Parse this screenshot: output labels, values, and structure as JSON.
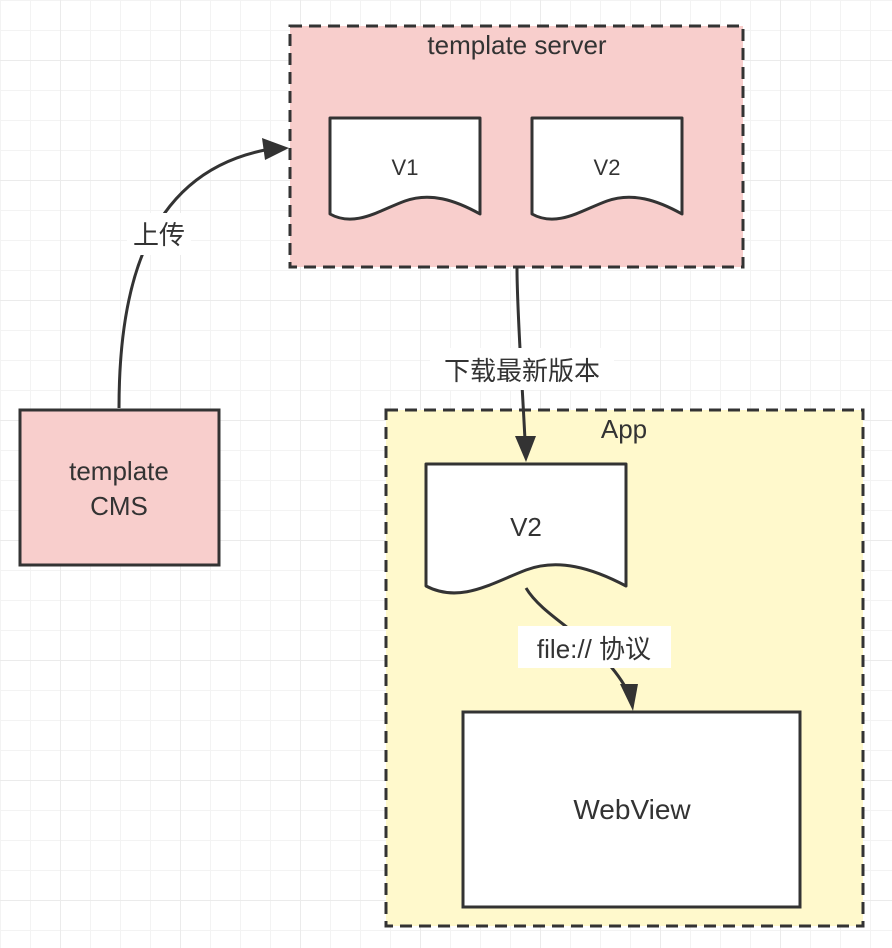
{
  "colors": {
    "stroke": "#333333",
    "pink_fill": "#f8cecc",
    "yellow_fill": "#fff9cc",
    "white_fill": "#ffffff"
  },
  "nodes": {
    "template_server": {
      "title": "template server"
    },
    "server_v1": {
      "label": "V1"
    },
    "server_v2": {
      "label": "V2"
    },
    "template_cms": {
      "line1": "template",
      "line2": "CMS"
    },
    "app": {
      "title": "App"
    },
    "app_v2": {
      "label": "V2"
    },
    "webview": {
      "label": "WebView"
    }
  },
  "edges": {
    "upload": {
      "label": "上传"
    },
    "download": {
      "label": "下载最新版本"
    },
    "file_protocol": {
      "label": "file:// 协议"
    }
  }
}
